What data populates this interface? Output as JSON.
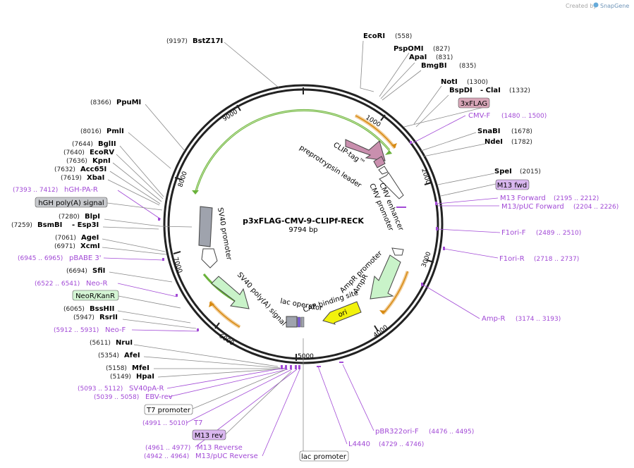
{
  "credit": {
    "text": "Created by",
    "brand": "SnapGene"
  },
  "plasmid": {
    "name": "p3xFLAG-CMV-9-CLIPf-RECK",
    "length": "9794 bp"
  },
  "ticks": [
    "1000",
    "2000",
    "3000",
    "4000",
    "5000",
    "6000",
    "7000",
    "8000",
    "9000"
  ],
  "sites": [
    {
      "name": "BstZ17I",
      "pos": "(9197)"
    },
    {
      "name": "EcoRI",
      "pos": "(558)"
    },
    {
      "name": "PspOMI",
      "pos": "(827)"
    },
    {
      "name": "ApaI",
      "pos": "(831)"
    },
    {
      "name": "BmgBI",
      "pos": "(835)"
    },
    {
      "name": "NotI",
      "pos": "(1300)"
    },
    {
      "name": "BspDI",
      "pos": "- ClaI",
      "pos2": "(1332)"
    },
    {
      "name": "SnaBI",
      "pos": "(1678)"
    },
    {
      "name": "NdeI",
      "pos": "(1782)"
    },
    {
      "name": "SpeI",
      "pos": "(2015)"
    },
    {
      "name": "PpuMI",
      "pos": "(8366)"
    },
    {
      "name": "PmlI",
      "pos": "(8016)"
    },
    {
      "name": "BglII",
      "pos": "(7644)"
    },
    {
      "name": "EcoRV",
      "pos": "(7640)"
    },
    {
      "name": "KpnI",
      "pos": "(7636)"
    },
    {
      "name": "Acc65I",
      "pos": "(7632)"
    },
    {
      "name": "XbaI",
      "pos": "(7619)"
    },
    {
      "name": "BlpI",
      "pos": "(7280)"
    },
    {
      "name": "BsmBI",
      "pos": "(7259)",
      "extra": "- Esp3I"
    },
    {
      "name": "AgeI",
      "pos": "(7061)"
    },
    {
      "name": "XcmI",
      "pos": "(6971)"
    },
    {
      "name": "SfiI",
      "pos": "(6694)"
    },
    {
      "name": "BssHII",
      "pos": "(6065)"
    },
    {
      "name": "RsrII",
      "pos": "(5947)"
    },
    {
      "name": "NruI",
      "pos": "(5611)"
    },
    {
      "name": "AfeI",
      "pos": "(5354)"
    },
    {
      "name": "MfeI",
      "pos": "(5158)"
    },
    {
      "name": "HpaI",
      "pos": "(5149)"
    }
  ],
  "primers": [
    {
      "name": "CMV-F",
      "range": "(1480 .. 1500)"
    },
    {
      "name": "M13 Forward",
      "range": "(2195 .. 2212)"
    },
    {
      "name": "M13/pUC Forward",
      "range": "(2204 .. 2226)"
    },
    {
      "name": "F1ori-F",
      "range": "(2489 .. 2510)"
    },
    {
      "name": "F1ori-R",
      "range": "(2718 .. 2737)"
    },
    {
      "name": "Amp-R",
      "range": "(3174 .. 3193)"
    },
    {
      "name": "pBR322ori-F",
      "range": "(4476 .. 4495)"
    },
    {
      "name": "L4440",
      "range": "(4729 .. 4746)"
    },
    {
      "name": "hGH-PA-R",
      "range": "(7393 .. 7412)"
    },
    {
      "name": "pBABE 3'",
      "range": "(6945 .. 6965)"
    },
    {
      "name": "Neo-R",
      "range": "(6522 .. 6541)"
    },
    {
      "name": "Neo-F",
      "range": "(5912 .. 5931)"
    },
    {
      "name": "SV40pA-R",
      "range": "(5093 .. 5112)"
    },
    {
      "name": "EBV-rev",
      "range": "(5039 .. 5058)"
    },
    {
      "name": "T7",
      "range": "(4991 .. 5010)"
    },
    {
      "name": "M13 Reverse",
      "range": "(4961 .. 4977)"
    },
    {
      "name": "M13/pUC Reverse",
      "range": "(4942 .. 4964)"
    }
  ],
  "boxes": {
    "flag": "3xFLAG",
    "m13fwd": "M13 fwd",
    "hgh": "hGH poly(A) signal",
    "neokan": "NeoR/KanR",
    "t7": "T7 promoter",
    "m13rev": "M13 rev",
    "lac": "lac promoter"
  },
  "features": {
    "clip": "CLIP-tag™",
    "prepro": "preprotrypsin leader",
    "cmvenh": "CMV enhancer",
    "cmvprom": "CMV promoter",
    "sv40prom": "SV40 promoter",
    "sv40pa": "SV40 poly(A) signal",
    "lacop": "lac operator",
    "cap": "CAP binding site",
    "amppromoter": "AmpR promoter",
    "ampr": "AmpR",
    "ori": "ori"
  },
  "colors": {
    "backbone": "#222222",
    "primer": "#a24ad6",
    "green_arc": "#6ab23b",
    "orange_arc": "#e49a2e",
    "feature_pink": "#c98fae",
    "promoter_fill": "#ffffff",
    "sv40_fill": "#c9f3c9",
    "grey_fill": "#9fa3ad",
    "ori_fill": "#f2f20c"
  }
}
